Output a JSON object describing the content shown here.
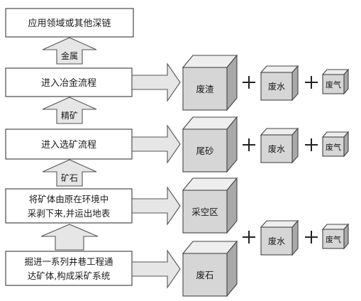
{
  "flow": {
    "top_box": "应用领域或其他深链",
    "metal_label": "金属",
    "smelting_box": "进入冶金流程",
    "concentrate_label": "精矿",
    "beneficiation_box": "进入选矿流程",
    "ore_label": "矿石",
    "mining_box": [
      "将矿体由原在环境中",
      "采剥下来,并运出地表"
    ],
    "tunnel_box": [
      "掘进一系列井巷工程通",
      "达矿体,构成采矿系统"
    ]
  },
  "outputs": {
    "slag": "废渣",
    "tailings": "尾砂",
    "goaf": "采空区",
    "waste_rock": "废石",
    "wastewater": "废水",
    "waste_gas": "废气"
  },
  "colors": {
    "box_border": "#4a4a4a",
    "arrow_fill": "#e6e6e6",
    "cube_front": "#d6d6d6",
    "cube_side": "#a9a9a9"
  }
}
